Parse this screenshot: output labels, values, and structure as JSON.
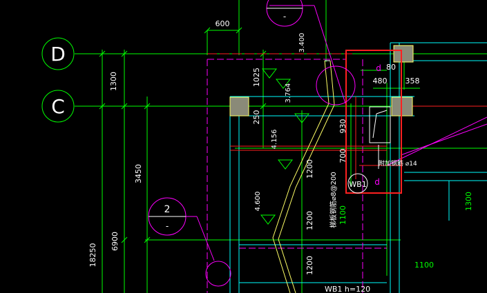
{
  "colors": {
    "background": "#000000",
    "axis": "#00ff00",
    "wall": "#00ffff",
    "beam": "#ff00ff",
    "highlight": "#ff2020",
    "column": "#c8c878",
    "stair": "#ffff66"
  },
  "grid": {
    "axis_d": "D",
    "axis_c": "C"
  },
  "dimensions": {
    "d600": "600",
    "d1300": "1300",
    "d3450": "3450",
    "d6900": "6900",
    "d18250": "18250",
    "d1025": "1025",
    "d250": "250",
    "d3400": "3.400",
    "d3764": "3.764",
    "d4156": "4.156",
    "d4600": "4.600",
    "d80": "80",
    "d480": "480",
    "d358": "358",
    "d930": "930",
    "d700": "700",
    "d1200a": "1200",
    "d1200b": "1200",
    "d1200c": "1200",
    "d1100a": "1100",
    "d1100b": "1100",
    "d1300r": "1300"
  },
  "labels": {
    "circle_2": "2",
    "circle_dash_top": "-",
    "circle_dash_left": "-",
    "wb1": "WB1",
    "d_mark_top": "d",
    "d_mark_bottom": "d",
    "bar_note": "附加钢筋 ⌀14",
    "slab_note": "梯板钢筋⌀8@200",
    "bottom_note": "WB1 h=120"
  }
}
